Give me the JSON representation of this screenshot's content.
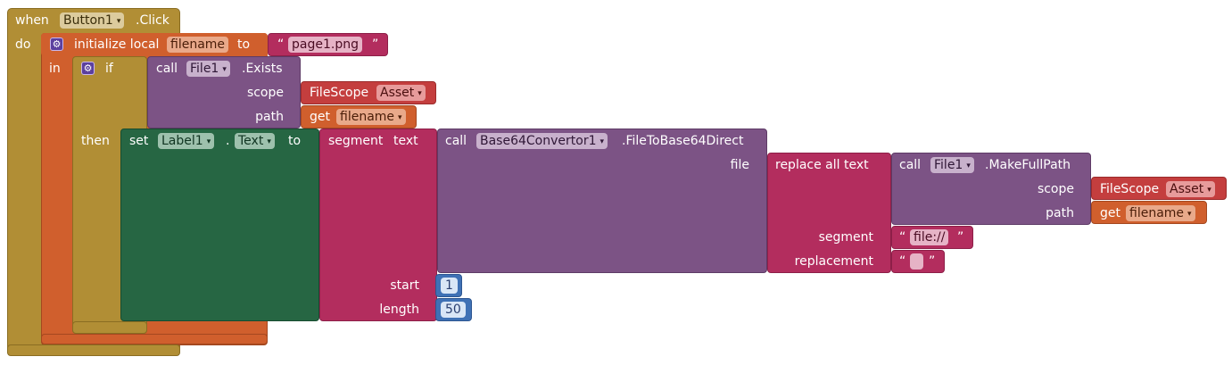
{
  "event_block": {
    "when_label": "when",
    "component": "Button1",
    "event": ".Click",
    "do_label": "do"
  },
  "init_local": {
    "label": "initialize local",
    "var_name": "filename",
    "to_label": "to",
    "in_label": "in",
    "value": "page1.png"
  },
  "if_block": {
    "if_label": "if",
    "then_label": "then"
  },
  "file_exists_call": {
    "call_label": "call",
    "component": "File1",
    "method": ".Exists",
    "scope_label": "scope",
    "path_label": "path"
  },
  "filescope_1": {
    "label": "FileScope",
    "value": "Asset"
  },
  "get_filename_1": {
    "get_label": "get",
    "var": "filename"
  },
  "set_block": {
    "set_label": "set",
    "component": "Label1",
    "dot": ".",
    "property": "Text",
    "to_label": "to"
  },
  "segment_block": {
    "label": "segment",
    "text_label": "text",
    "start_label": "start",
    "length_label": "length",
    "start_value": "1",
    "length_value": "50"
  },
  "base64_call": {
    "call_label": "call",
    "component": "Base64Convertor1",
    "method": ".FileToBase64Direct",
    "file_label": "file"
  },
  "replace_block": {
    "label": "replace all text",
    "segment_label": "segment",
    "replacement_label": "replacement",
    "segment_value": "file://",
    "replacement_value": ""
  },
  "makefullpath_call": {
    "call_label": "call",
    "component": "File1",
    "method": ".MakeFullPath",
    "scope_label": "scope",
    "path_label": "path"
  },
  "filescope_2": {
    "label": "FileScope",
    "value": "Asset"
  },
  "get_filename_2": {
    "get_label": "get",
    "var": "filename"
  },
  "quote_open": "“",
  "quote_close": "”",
  "dropdown_glyph": "▾",
  "gear_glyph": "⚙",
  "colors": {
    "event": "#b18e35",
    "variables": "#d05f2d",
    "control": "#b18e35",
    "call": "#7c5385",
    "text": "#b32d5e",
    "set": "#266643",
    "filescope": "#c43e3e",
    "math": "#3f71b5"
  }
}
